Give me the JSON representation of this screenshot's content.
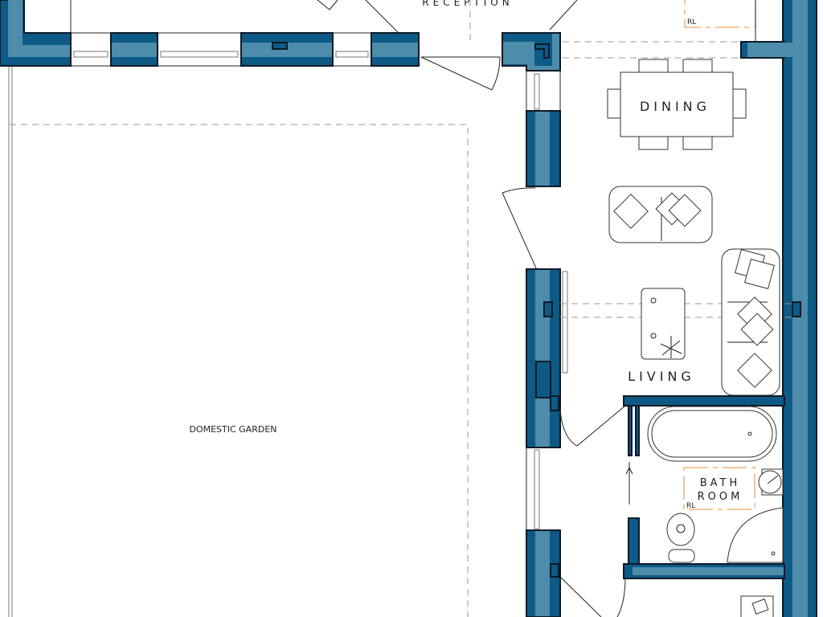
{
  "plan": {
    "rooms": {
      "reception": "RECEPTION",
      "dining": "DINING",
      "living": "LIVING",
      "bathroom_line1": "BATH",
      "bathroom_line2": "ROOM",
      "garden": "DOMESTIC GARDEN"
    },
    "markers": {
      "rl_top": "RL",
      "rl_bath": "RL"
    },
    "colors": {
      "wall_dark": "#0e5a86",
      "wall_light": "#4d8cab",
      "marker": "#f0a860"
    }
  }
}
